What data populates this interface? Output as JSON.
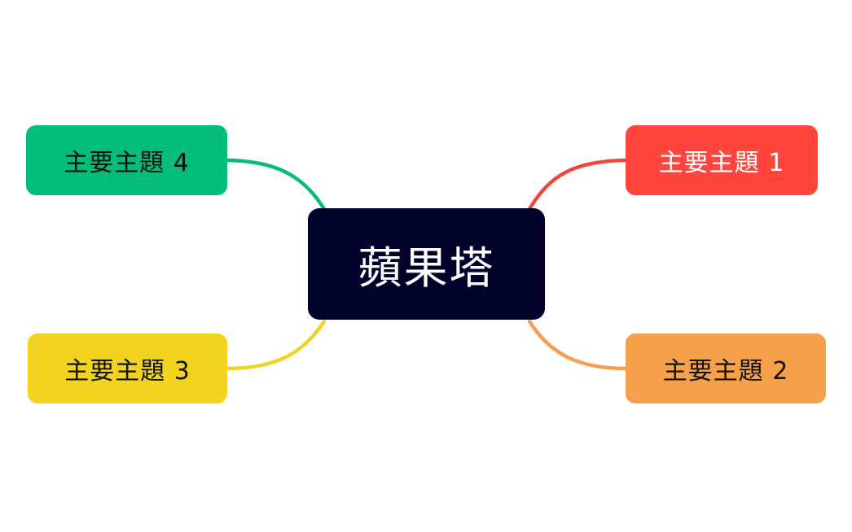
{
  "central_topic": {
    "label": "蘋果塔",
    "background": "#000229",
    "text_color": "#ffffff"
  },
  "topics": [
    {
      "label": "主要主題 1",
      "background": "#FF453C",
      "text_color": "#ffffff",
      "line_color": "#F2473D"
    },
    {
      "label": "主要主題 2",
      "background": "#F7A04A",
      "text_color": "#111111",
      "line_color": "#F5A04D"
    },
    {
      "label": "主要主題 3",
      "background": "#F2D320",
      "text_color": "#111111",
      "line_color": "#F0D326"
    },
    {
      "label": "主要主題 4",
      "background": "#02BE78",
      "text_color": "#111111",
      "line_color": "#05BD79"
    }
  ]
}
